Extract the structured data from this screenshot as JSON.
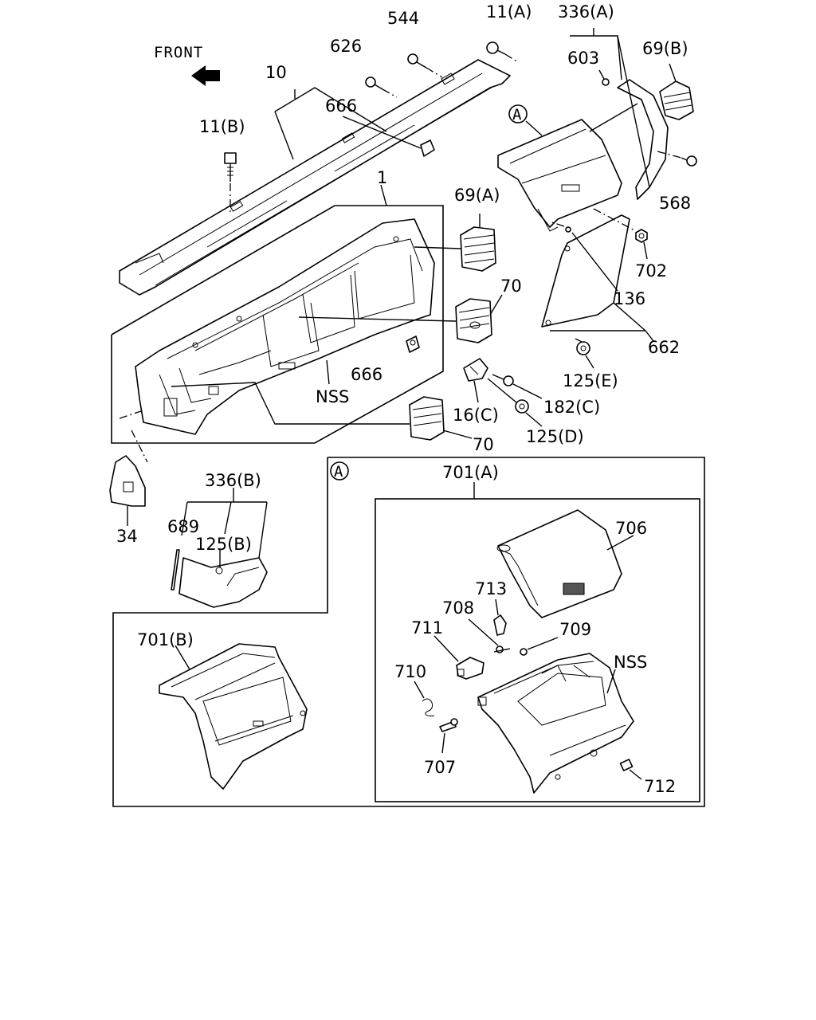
{
  "orientation": {
    "label": "FRONT"
  },
  "callout_marker": "A",
  "parts": {
    "p544": "544",
    "p11a": "11(A)",
    "p336a": "336(A)",
    "p626": "626",
    "p603": "603",
    "p69b": "69(B)",
    "p10": "10",
    "p666a": "666",
    "p11b": "11(B)",
    "p568": "568",
    "p1": "1",
    "p69a": "69(A)",
    "p702": "702",
    "p70a": "70",
    "p136": "136",
    "p662": "662",
    "p666b": "666",
    "pnss1": "NSS",
    "p125e": "125(E)",
    "p182c": "182(C)",
    "p16c": "16(C)",
    "p125d": "125(D)",
    "p70b": "70",
    "p336b": "336(B)",
    "p689": "689",
    "p125b": "125(B)",
    "p34": "34",
    "p701a": "701(A)",
    "p706": "706",
    "p713": "713",
    "p708": "708",
    "p711": "711",
    "p709": "709",
    "pnss2": "NSS",
    "p710": "710",
    "p707": "707",
    "p712": "712",
    "p701b": "701(B)"
  }
}
